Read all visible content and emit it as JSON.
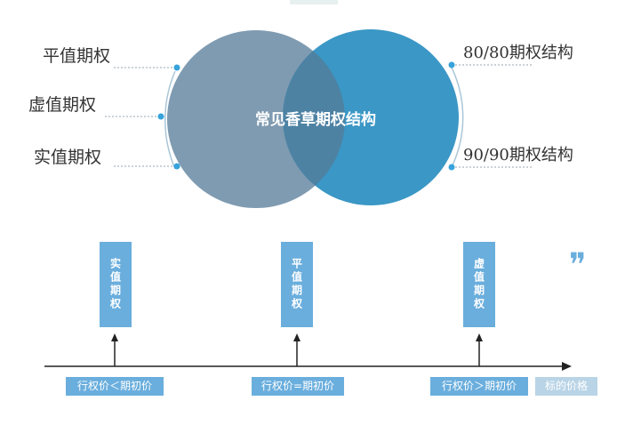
{
  "venn": {
    "title": "常见香草期权结构",
    "left_items": [
      "平值期权",
      "虚值期权",
      "实值期权"
    ],
    "right_items": [
      "80/80期权结构",
      "90/90期权结构"
    ]
  },
  "timeline": {
    "boxes": [
      "实值期权",
      "平值期权",
      "虚值期权"
    ],
    "conditions": [
      "行权价＜期初价",
      "行权价=期初价",
      "行权价＞期初价"
    ],
    "price_label": "标的价格"
  },
  "colors": {
    "left_circle": "#7f9bb1",
    "right_circle": "#3b97c5",
    "overlap": "#4d82a3",
    "box": "#6aaedd",
    "price_tag": "#b9d4e6"
  }
}
